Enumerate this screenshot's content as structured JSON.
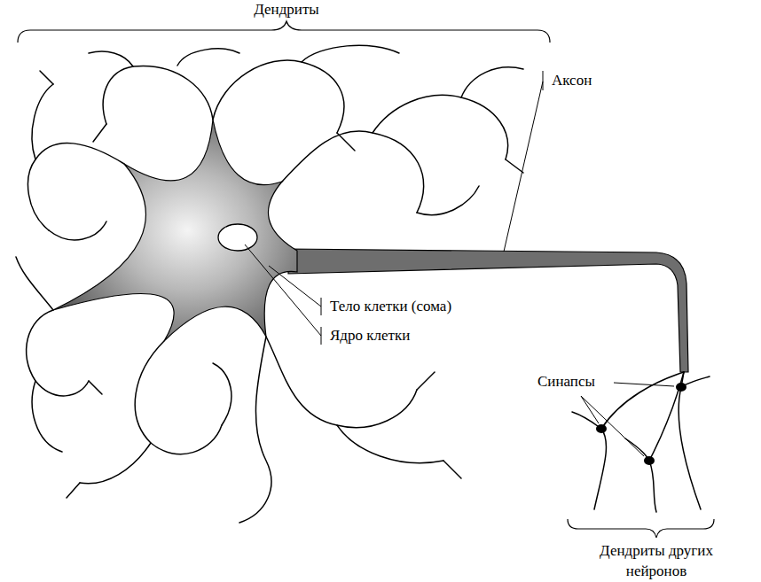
{
  "diagram": {
    "labels": [
      "Дендриты",
      "Аксон",
      "Тело клетки (сома)",
      "Ядро клетки",
      "Синапсы",
      "Дендриты других нейронов"
    ]
  }
}
